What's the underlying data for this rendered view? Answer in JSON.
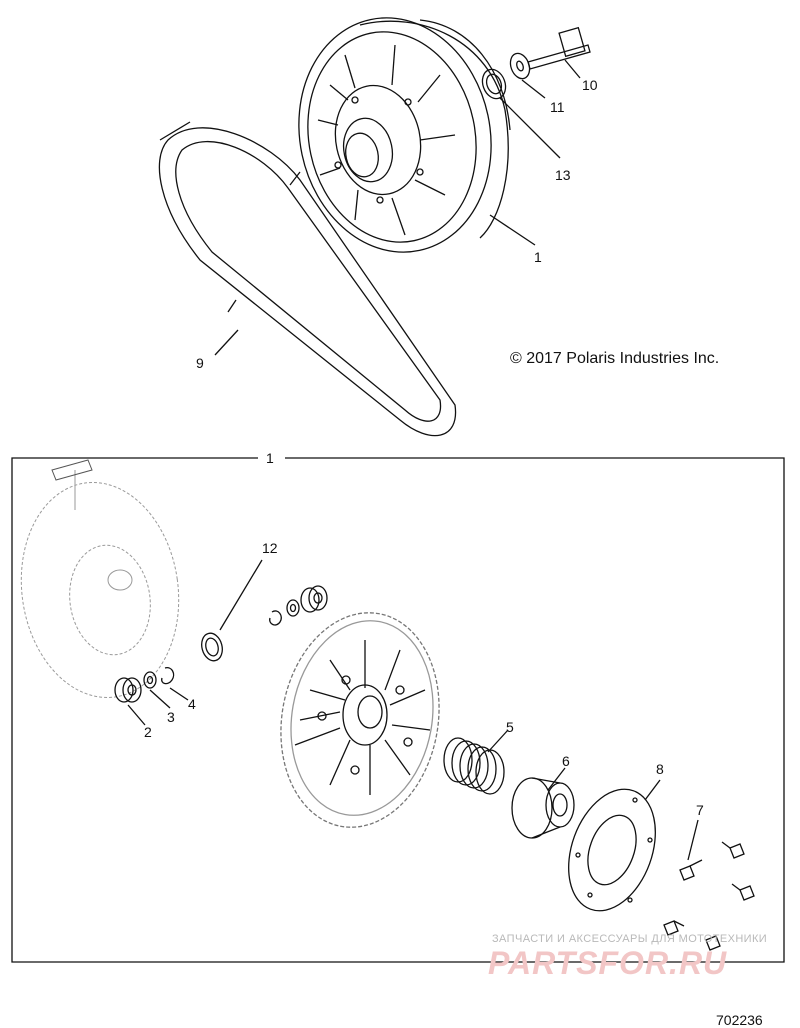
{
  "callouts": {
    "c1_top": "1",
    "c1_frame": "1",
    "c2": "2",
    "c3": "3",
    "c4": "4",
    "c5": "5",
    "c6": "6",
    "c7": "7",
    "c8": "8",
    "c9": "9",
    "c10": "10",
    "c11": "11",
    "c12": "12",
    "c13": "13"
  },
  "copyright": "© 2017 Polaris Industries Inc.",
  "figure_number": "702236",
  "watermark": {
    "line1": "ЗАПЧАСТИ И АКСЕССУАРЫ ДЛЯ МОТОТЕХНИКИ",
    "line2": "PARTSFOR.RU"
  },
  "colors": {
    "line": "#111111",
    "watermark_light": "#b9b9b9",
    "watermark_red": "#f2c6c6"
  }
}
